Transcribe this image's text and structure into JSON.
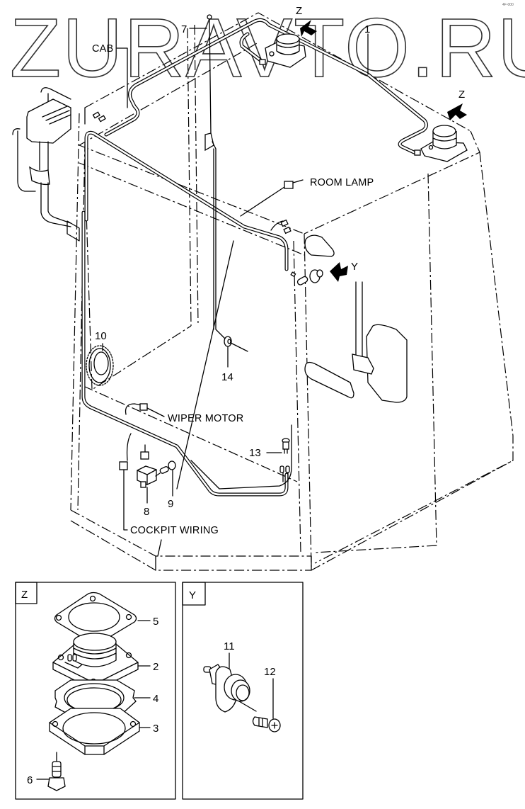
{
  "watermark": "ZURAVTO.RU",
  "corner_mark": "4F-000",
  "main_view": {
    "cab_label": "CAB",
    "callouts": {
      "room_lamp": "ROOM LAMP",
      "wiper_motor": "WIPER MOTOR",
      "cockpit_wiring": "COCKPIT WIRING"
    },
    "view_arrows": [
      {
        "name": "Z",
        "target": "rotating beacon (top front)"
      },
      {
        "name": "Z",
        "target": "rotating beacon (top rear)"
      },
      {
        "name": "Y",
        "target": "switch on door pillar"
      }
    ],
    "part_numbers": [
      "1",
      "7",
      "8",
      "9",
      "10",
      "13",
      "14"
    ]
  },
  "detail_z": {
    "title": "Z",
    "parts": [
      {
        "number": "5",
        "description": "gasket / top plate"
      },
      {
        "number": "2",
        "description": "beacon base with terminals"
      },
      {
        "number": "4",
        "description": "gasket"
      },
      {
        "number": "3",
        "description": "mounting plate"
      },
      {
        "number": "6",
        "description": "bolt"
      }
    ]
  },
  "detail_y": {
    "title": "Y",
    "parts": [
      {
        "number": "11",
        "description": "switch"
      },
      {
        "number": "12",
        "description": "screw"
      }
    ]
  }
}
